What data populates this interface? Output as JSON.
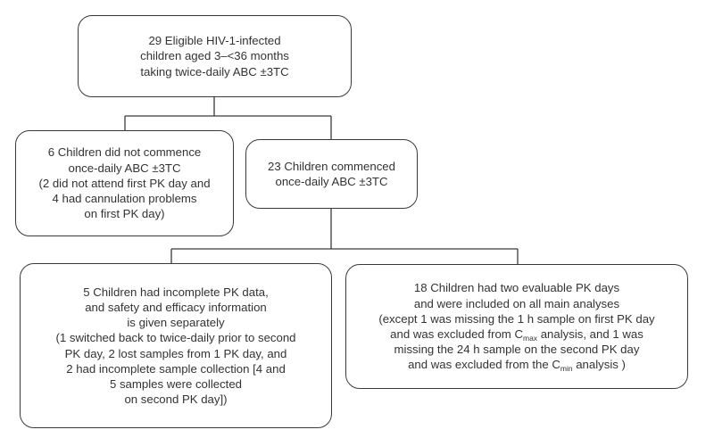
{
  "boxes": {
    "eligible": {
      "lines": [
        "29 Eligible HIV-1-infected",
        "children aged 3–<36 months",
        "taking twice-daily ABC ±3TC"
      ]
    },
    "not_commenced": {
      "lines": [
        "6 Children did not commence",
        "once-daily ABC ±3TC",
        "(2 did not attend first PK day and",
        "4 had cannulation problems",
        "on first PK day)"
      ]
    },
    "commenced": {
      "lines": [
        "23 Children commenced",
        "once-daily ABC ±3TC"
      ]
    },
    "incomplete": {
      "lines": [
        "5 Children had incomplete PK data,",
        "and safety and efficacy information",
        "is given separately",
        "(1 switched back to twice-daily prior to second",
        "PK day, 2 lost samples from 1 PK day, and",
        "2 had incomplete sample collection [4 and",
        "5 samples were collected",
        "on second PK day])"
      ]
    },
    "evaluable": {
      "line1": "18 Children had two evaluable PK days",
      "line2": "and were included on all main analyses",
      "line3": "(except 1 was missing the 1 h sample on first PK day",
      "line4_pre": "and was excluded from C",
      "line4_sub": "max",
      "line4_post": " analysis, and 1 was",
      "line5": "missing the 24 h sample on the second PK day",
      "line6_pre": "and was excluded from the C",
      "line6_sub": "min",
      "line6_post": " analysis )"
    }
  },
  "colors": {
    "border": "#3a3a3a",
    "text": "#333333",
    "line": "#3a3a3a"
  }
}
